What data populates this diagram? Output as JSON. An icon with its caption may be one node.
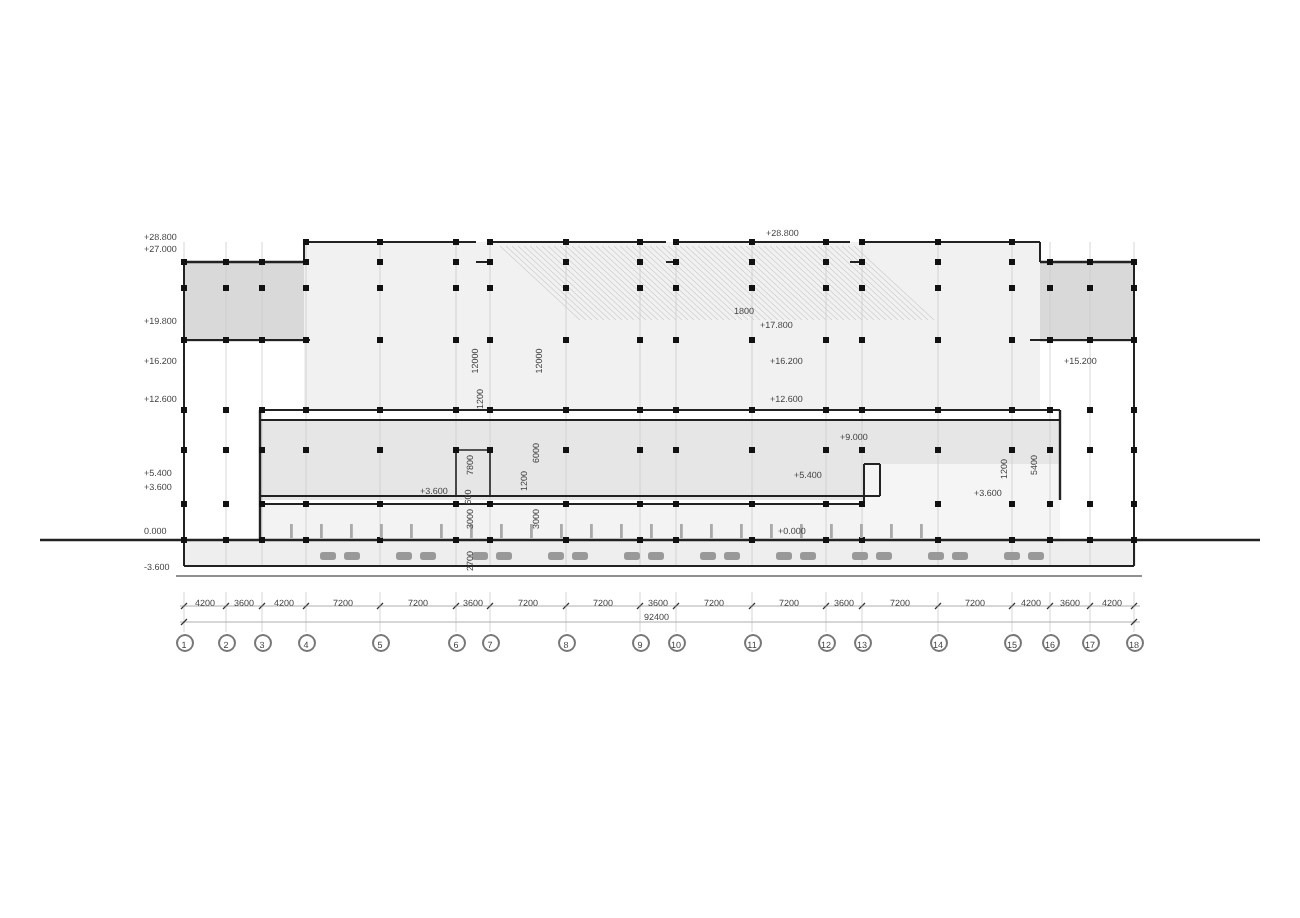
{
  "diagram": {
    "labels": [
      "+28.800",
      "+27.000",
      "+19.800",
      "+16.200",
      "+12.600",
      "+5.400",
      "+3.600",
      "0.000",
      "-3.600",
      "+28.800",
      "+17.800",
      "+16.200",
      "+12.600",
      "+9.000",
      "+5.400",
      "+0.000",
      "+3.600",
      "+15.200",
      "+3.600",
      "12000",
      "1200",
      "7800",
      "600",
      "3000",
      "2700",
      "12000",
      "6000",
      "1200",
      "3000",
      "1800",
      "1200",
      "5400",
      "4200",
      "3600",
      "4200",
      "7200",
      "7200",
      "3600",
      "7200",
      "7200",
      "3600",
      "7200",
      "7200",
      "3600",
      "7200",
      "7200",
      "4200",
      "3600",
      "4200",
      "92400",
      "1",
      "2",
      "3",
      "4",
      "5",
      "6",
      "7",
      "8",
      "9",
      "10",
      "11",
      "12",
      "13",
      "14",
      "15",
      "16",
      "17",
      "18"
    ]
  }
}
